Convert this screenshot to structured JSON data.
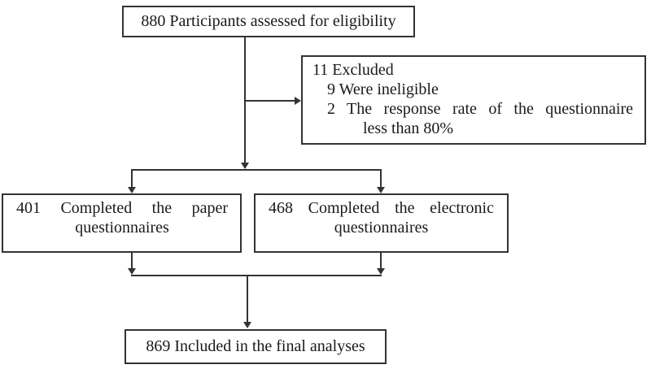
{
  "meta": {
    "background_color": "#ffffff",
    "line_color": "#333333",
    "text_color": "#1a1a1a"
  },
  "diagram": {
    "type": "participant-flow-chart",
    "boxes": {
      "eligibility": {
        "text": "880 Participants assessed for eligibility"
      },
      "excluded": {
        "lines": [
          "11 Excluded",
          "9 Were ineligible",
          "2 The response rate of the questionnaire",
          "less than 80%"
        ]
      },
      "paper": {
        "lines": [
          "401 Completed the paper",
          "questionnaires"
        ]
      },
      "electronic": {
        "lines": [
          "468 Completed the electronic",
          "questionnaires"
        ]
      },
      "final": {
        "text": "869 Included in the final analyses"
      }
    }
  }
}
